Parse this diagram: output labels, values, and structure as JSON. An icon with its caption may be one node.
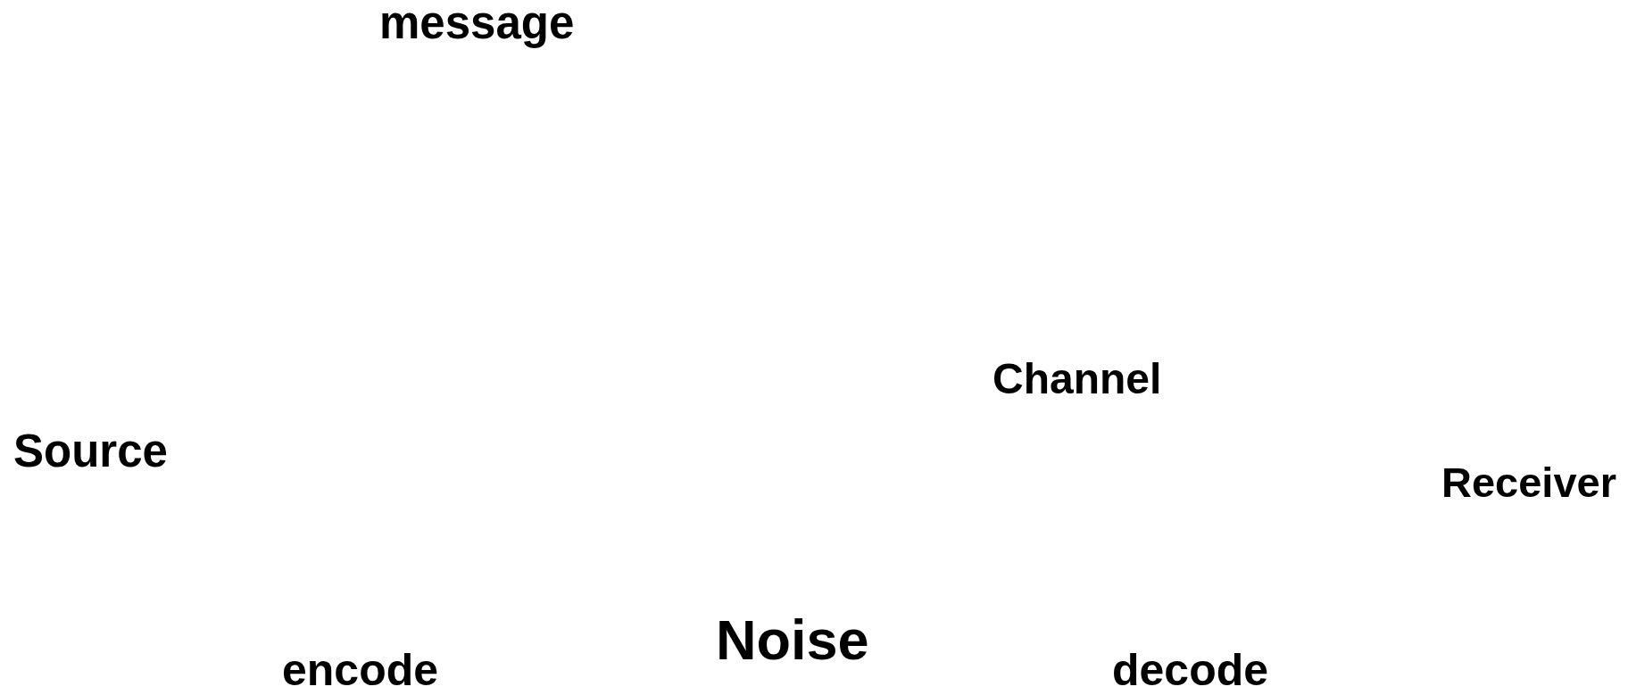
{
  "diagram": {
    "labels": [
      "message",
      "Channel",
      "Source",
      "Receiver",
      "Noise",
      "encode",
      "decode"
    ]
  }
}
